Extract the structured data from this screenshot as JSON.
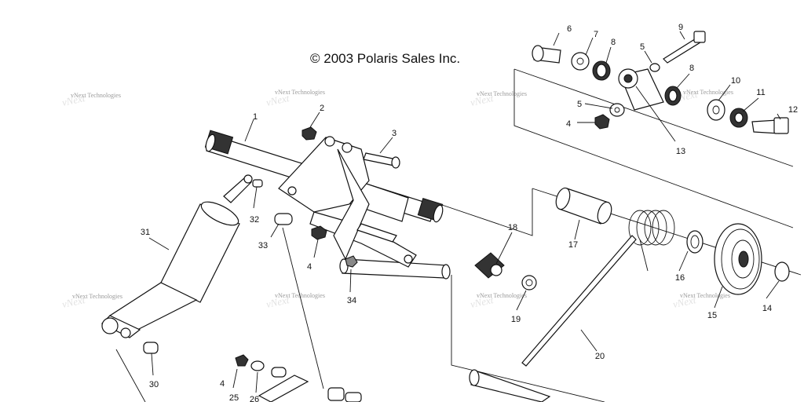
{
  "copyright": "© 2003 Polaris Sales Inc.",
  "watermarks": [
    "vNext Technologies",
    "vNext Technologies",
    "vNext Technologies",
    "vNext Technologies",
    "vNext Technologies",
    "vNext Technologies",
    "vNext Technologies",
    "vNext Technologies"
  ],
  "callouts": {
    "c1": "1",
    "c2": "2",
    "c3": "3",
    "c4a": "4",
    "c4b": "4",
    "c4c": "4",
    "c5a": "5",
    "c5b": "5",
    "c6": "6",
    "c7": "7",
    "c8a": "8",
    "c8b": "8",
    "c9": "9",
    "c10": "10",
    "c11": "11",
    "c12": "12",
    "c13": "13",
    "c14": "14",
    "c15": "15",
    "c16": "16",
    "c17": "17",
    "c18": "18",
    "c19": "19",
    "c20": "20",
    "c25": "25",
    "c26": "26",
    "c30": "30",
    "c31": "31",
    "c32": "32",
    "c33": "33",
    "c34": "34"
  }
}
